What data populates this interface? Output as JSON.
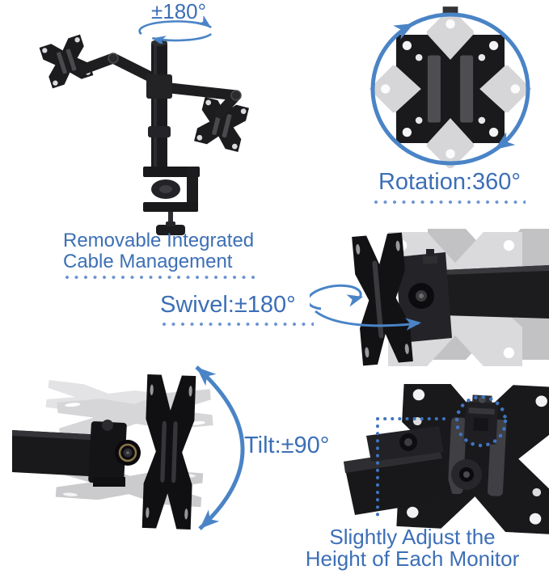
{
  "title": "Dual monitor desk mount feature infographic",
  "colors": {
    "label_blue": "#3c6fb6",
    "arrow_blue": "#4a84c6",
    "dotted_blue": "#6f96d2",
    "plate_black": "#1a1a1c",
    "ghost_gray": "#d6d6d8"
  },
  "sections": {
    "pole_rotation": {
      "label": "±180°"
    },
    "plate_rotation": {
      "label": "Rotation:360°"
    },
    "cable_management": {
      "line1": "Removable Integrated",
      "line2": "Cable Management"
    },
    "swivel": {
      "label": "Swivel:±180°"
    },
    "tilt": {
      "label": "Tilt:±90°"
    },
    "height_adjust": {
      "line1": "Slightly Adjust the",
      "line2": "Height of Each Monitor"
    }
  },
  "illustrations": [
    "dual-monitor-desk-mount",
    "vesa-plate-rotation-360",
    "vesa-plate-swivel",
    "vesa-plate-tilt",
    "height-adjustment-closeup"
  ]
}
